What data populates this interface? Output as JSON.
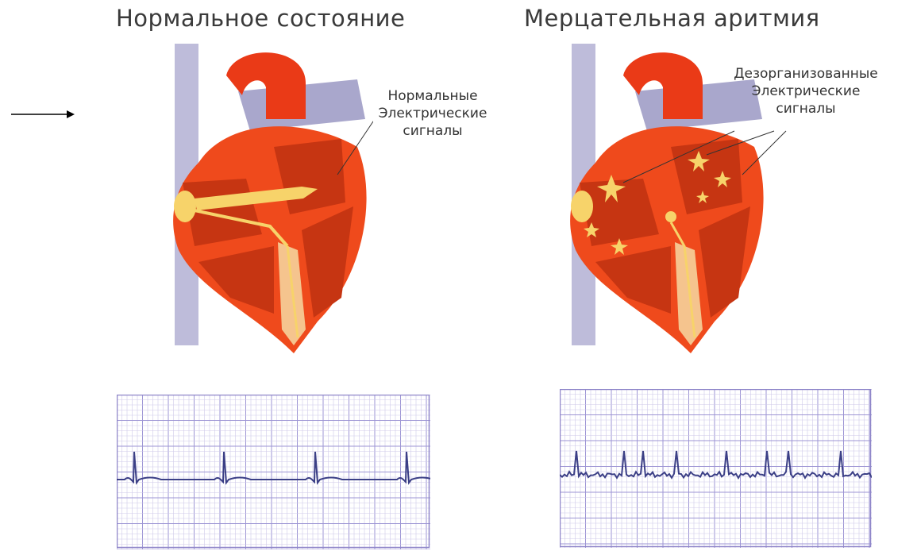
{
  "panels": [
    {
      "title": "Нормальное состояние",
      "callout": [
        "Нормальные",
        "Электрические",
        "сигналы"
      ]
    },
    {
      "title": "Мерцательная аритмия",
      "callout": [
        "Дезорганизованные",
        "Электрические",
        "сигналы"
      ]
    }
  ],
  "colors": {
    "vein": "#a9a7cc",
    "heart_outer": "#ef4a1c",
    "heart_inner": "#c63512",
    "conduction": "#f7d36a",
    "ecg_grid": "#9d95d4",
    "ecg_trace": "#3b3f86"
  }
}
